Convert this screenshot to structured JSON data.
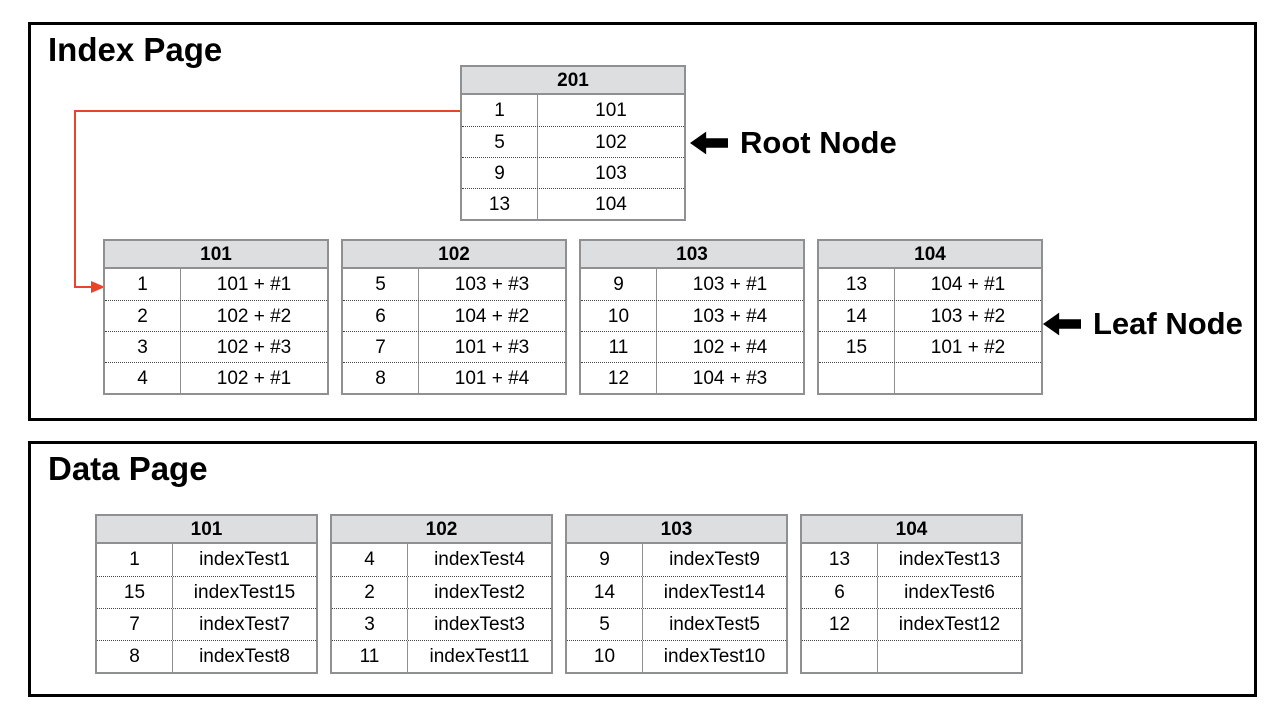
{
  "index_page": {
    "title": "Index Page",
    "root_label": "Root Node",
    "leaf_label": "Leaf Node",
    "root_table": {
      "header": "201",
      "rows": [
        [
          "1",
          "101"
        ],
        [
          "5",
          "102"
        ],
        [
          "9",
          "103"
        ],
        [
          "13",
          "104"
        ]
      ]
    },
    "leaf_tables": [
      {
        "header": "101",
        "rows": [
          [
            "1",
            "101 + #1"
          ],
          [
            "2",
            "102 + #2"
          ],
          [
            "3",
            "102 + #3"
          ],
          [
            "4",
            "102 + #1"
          ]
        ]
      },
      {
        "header": "102",
        "rows": [
          [
            "5",
            "103 + #3"
          ],
          [
            "6",
            "104 + #2"
          ],
          [
            "7",
            "101 + #3"
          ],
          [
            "8",
            "101 + #4"
          ]
        ]
      },
      {
        "header": "103",
        "rows": [
          [
            "9",
            "103 + #1"
          ],
          [
            "10",
            "103 + #4"
          ],
          [
            "11",
            "102 + #4"
          ],
          [
            "12",
            "104 + #3"
          ]
        ]
      },
      {
        "header": "104",
        "rows": [
          [
            "13",
            "104 + #1"
          ],
          [
            "14",
            "103 + #2"
          ],
          [
            "15",
            "101 + #2"
          ],
          [
            "",
            ""
          ]
        ]
      }
    ]
  },
  "data_page": {
    "title": "Data Page",
    "tables": [
      {
        "header": "101",
        "rows": [
          [
            "1",
            "indexTest1"
          ],
          [
            "15",
            "indexTest15"
          ],
          [
            "7",
            "indexTest7"
          ],
          [
            "8",
            "indexTest8"
          ]
        ]
      },
      {
        "header": "102",
        "rows": [
          [
            "4",
            "indexTest4"
          ],
          [
            "2",
            "indexTest2"
          ],
          [
            "3",
            "indexTest3"
          ],
          [
            "11",
            "indexTest11"
          ]
        ]
      },
      {
        "header": "103",
        "rows": [
          [
            "9",
            "indexTest9"
          ],
          [
            "14",
            "indexTest14"
          ],
          [
            "5",
            "indexTest5"
          ],
          [
            "10",
            "indexTest10"
          ]
        ]
      },
      {
        "header": "104",
        "rows": [
          [
            "13",
            "indexTest13"
          ],
          [
            "6",
            "indexTest6"
          ],
          [
            "12",
            "indexTest12"
          ],
          [
            "",
            ""
          ]
        ]
      }
    ]
  },
  "colors": {
    "pointer_red": "#e8432d",
    "header_bg": "#dcdee0",
    "table_border": "#8e9091",
    "panel_border": "#000000",
    "arrow_black": "#000000"
  }
}
